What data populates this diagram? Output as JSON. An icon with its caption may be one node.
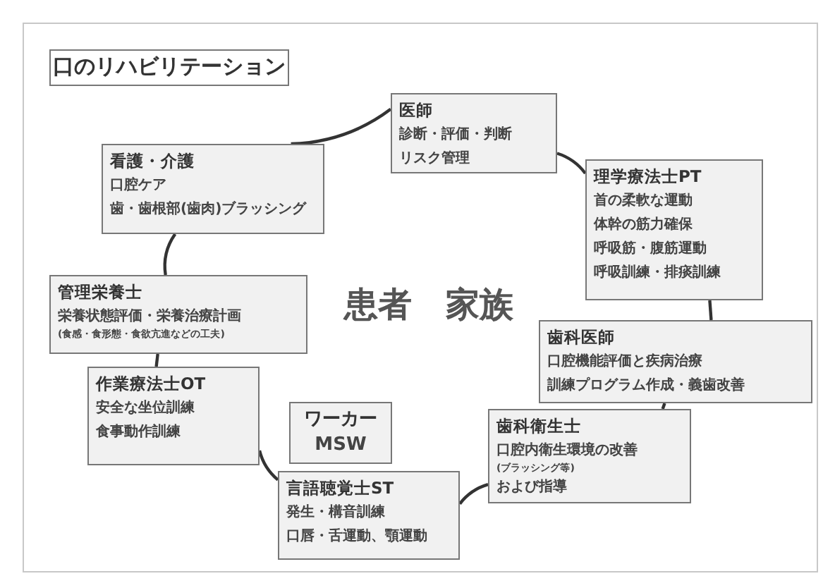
{
  "diagram": {
    "title": "口のリハビリテーション",
    "nodes": [
      {
        "text": [
          "医師",
          "診断・評価・判断",
          "リスク管理"
        ]
      },
      {
        "text": [
          "看護・介護",
          "口腔ケア",
          "歯・歯根部(歯肉)ブラッシング"
        ]
      },
      {
        "text": [
          "理学療法士PT",
          "首の柔軟な運動",
          "体幹の筋力確保",
          "呼吸筋・腹筋運動",
          "呼吸訓練・排痰訓練"
        ]
      },
      {
        "text": [
          "管理栄養士",
          "栄養状態評価・栄養治療計画",
          "(食感・食形態・食欲亢進などの工夫)"
        ]
      },
      {
        "text": [
          "歯科医師",
          "口腔機能評価と疾病治療",
          "訓練プログラム作成・義歯改善"
        ]
      },
      {
        "text": [
          "作業療法士OT",
          "安全な坐位訓練",
          "食事動作訓練"
        ]
      },
      {
        "text": [
          "ワーカー",
          "MSW"
        ]
      },
      {
        "text": [
          "歯科衛生士",
          "口腔内衛生環境の改善",
          "(ブラッシング等)",
          "および指導"
        ]
      },
      {
        "text": [
          "言語聴覚士ST",
          "発生・構音訓練",
          "口唇・舌運動、顎運動"
        ]
      }
    ],
    "edges": [
      {
        "from": 0,
        "to": 1,
        "arrow": "none"
      },
      {
        "from": 0,
        "to": 2,
        "arrow": "none"
      },
      {
        "from": 2,
        "to": 4,
        "arrow": "none"
      },
      {
        "from": 4,
        "to": 7,
        "arrow": "none"
      },
      {
        "from": 7,
        "to": 8,
        "arrow": "none"
      },
      {
        "from": 8,
        "to": 5,
        "arrow": "none"
      },
      {
        "from": 5,
        "to": 3,
        "arrow": "none"
      },
      {
        "from": 3,
        "to": 1,
        "arrow": "none"
      }
    ],
    "labels": [
      "患者　家族"
    ]
  }
}
